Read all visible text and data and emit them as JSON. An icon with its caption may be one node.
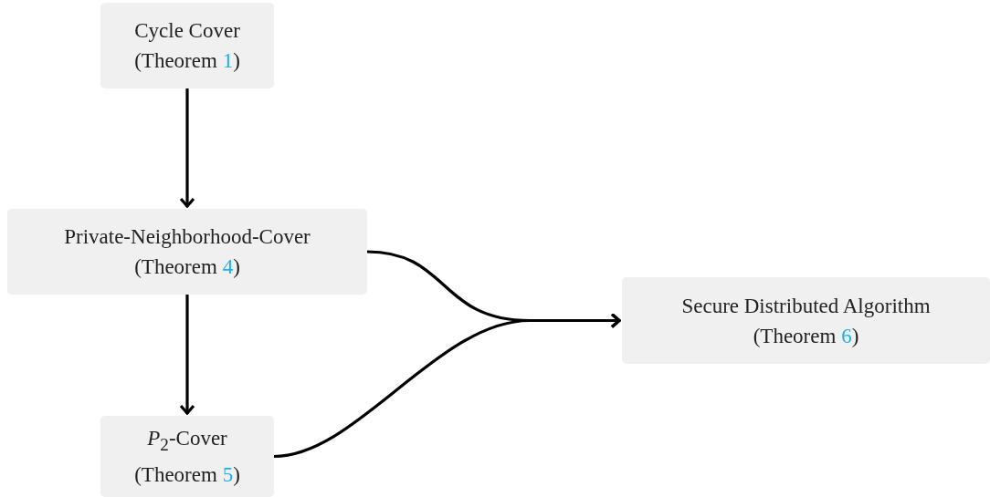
{
  "diagram": {
    "nodes": [
      {
        "text": [
          "Cycle Cover",
          "(Theorem 1)"
        ]
      },
      {
        "text": [
          "Private-Neighborhood-Cover",
          "(Theorem 4)"
        ]
      },
      {
        "text": [
          "*P*$_{2}$-Cover",
          "(Theorem 5)"
        ]
      },
      {
        "text": [
          "Secure Distributed Algorithm",
          "(Theorem 6)"
        ]
      }
    ],
    "edges": [
      {
        "from": 0,
        "to": 1,
        "arrow": "to"
      },
      {
        "from": 1,
        "to": 2,
        "arrow": "to"
      },
      {
        "from": 1,
        "to": 3,
        "arrow": "to"
      },
      {
        "from": 2,
        "to": 3,
        "arrow": "to"
      }
    ]
  }
}
